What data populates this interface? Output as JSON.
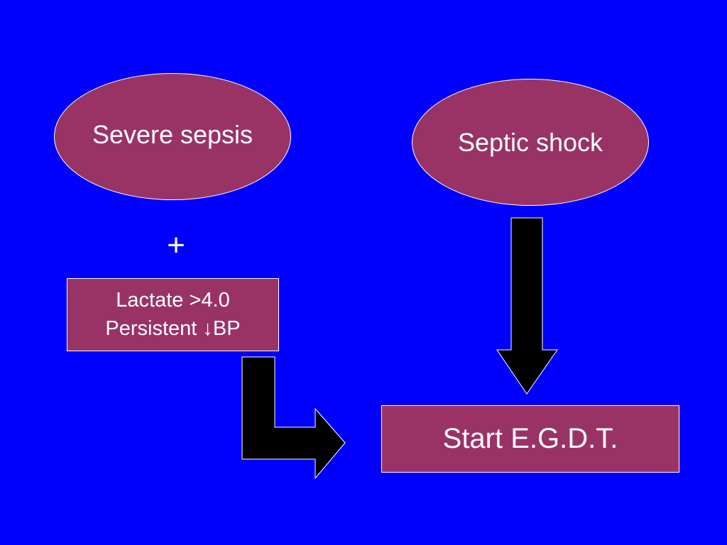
{
  "slide": {
    "background_color": "#0000ff",
    "node_color": "#993366"
  },
  "nodes": {
    "severe_sepsis": "Severe sepsis",
    "septic_shock": "Septic shock",
    "lactate_line1": "Lactate >4.0",
    "lactate_line2": "Persistent ↓BP",
    "start_egdt": "Start E.G.D.T."
  },
  "operator": "+"
}
